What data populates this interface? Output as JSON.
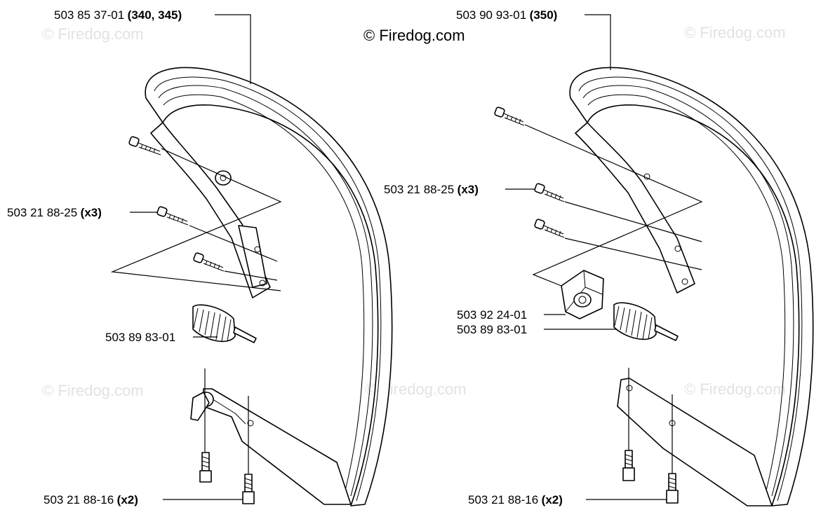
{
  "watermarks": {
    "main": "© Firedog.com",
    "faint": "© Firedog.com"
  },
  "left_assembly": {
    "handle_part": "503 85 37-01",
    "handle_models": "(340, 345)",
    "screw_top_part": "503 21 88-25",
    "screw_top_qty": "(x3)",
    "damper_part": "503 89 83-01",
    "screw_bottom_part": "503 21 88-16",
    "screw_bottom_qty": "(x2)"
  },
  "right_assembly": {
    "handle_part": "503 90 93-01",
    "handle_models": "(350)",
    "screw_top_part": "503 21 88-25",
    "screw_top_qty": "(x3)",
    "bracket_part": "503 92 24-01",
    "damper_part": "503 89 83-01",
    "screw_bottom_part": "503 21 88-16",
    "screw_bottom_qty": "(x2)"
  }
}
